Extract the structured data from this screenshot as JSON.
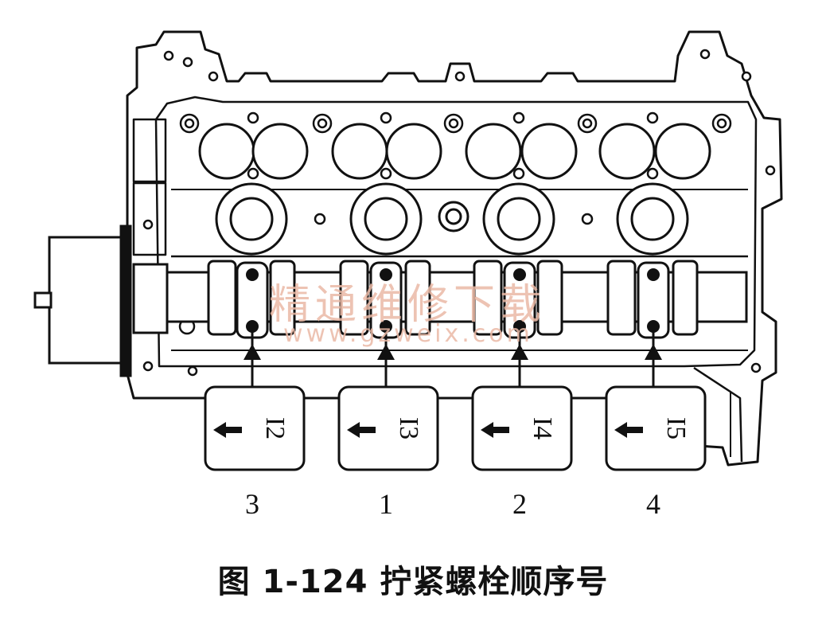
{
  "callouts": [
    {
      "id": "I2",
      "sequence": "3"
    },
    {
      "id": "I3",
      "sequence": "1"
    },
    {
      "id": "I4",
      "sequence": "2"
    },
    {
      "id": "I5",
      "sequence": "4"
    }
  ],
  "caption": "图 1-124   拧紧螺栓顺序号",
  "watermark": {
    "line1": "精通维修下载",
    "line2": "www.gzweix.com"
  },
  "colors": {
    "line": "#111111",
    "watermark": "#ebb9a6"
  }
}
